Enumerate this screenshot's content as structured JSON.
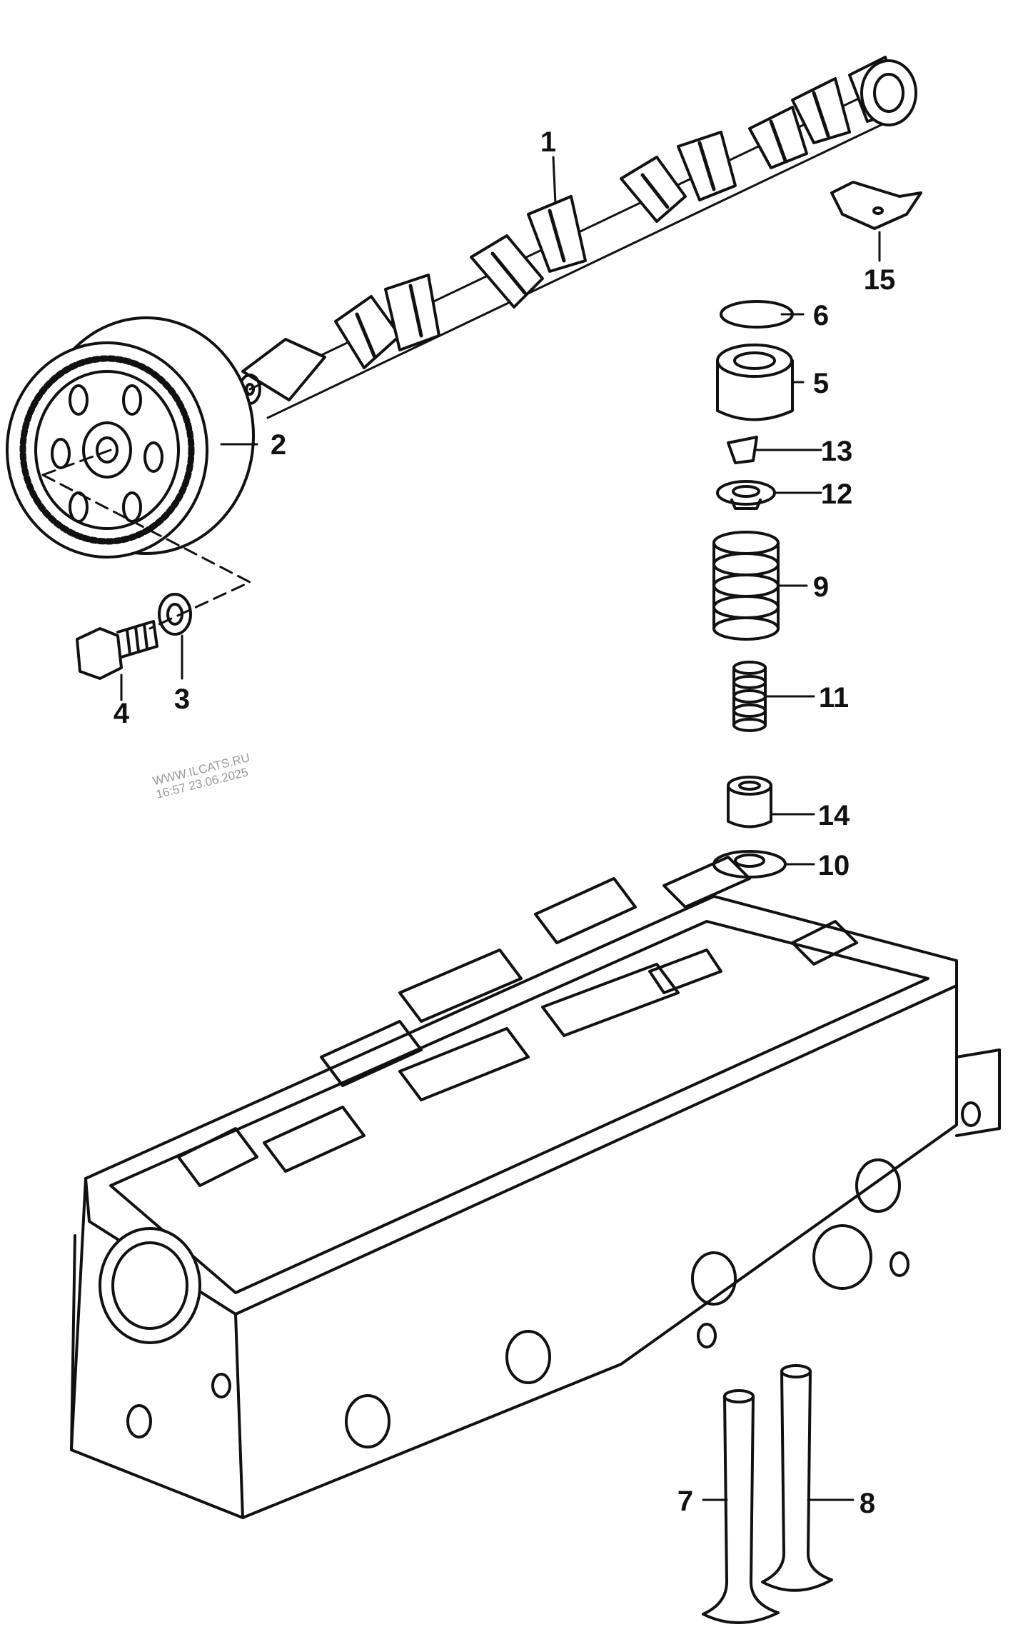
{
  "callouts": [
    "1",
    "2",
    "3",
    "4",
    "5",
    "6",
    "7",
    "8",
    "9",
    "10",
    "11",
    "12",
    "13",
    "14",
    "15"
  ],
  "watermark": {
    "site": "WWW.ILCATS.RU",
    "stamp": "16:57 23.06.2025"
  }
}
